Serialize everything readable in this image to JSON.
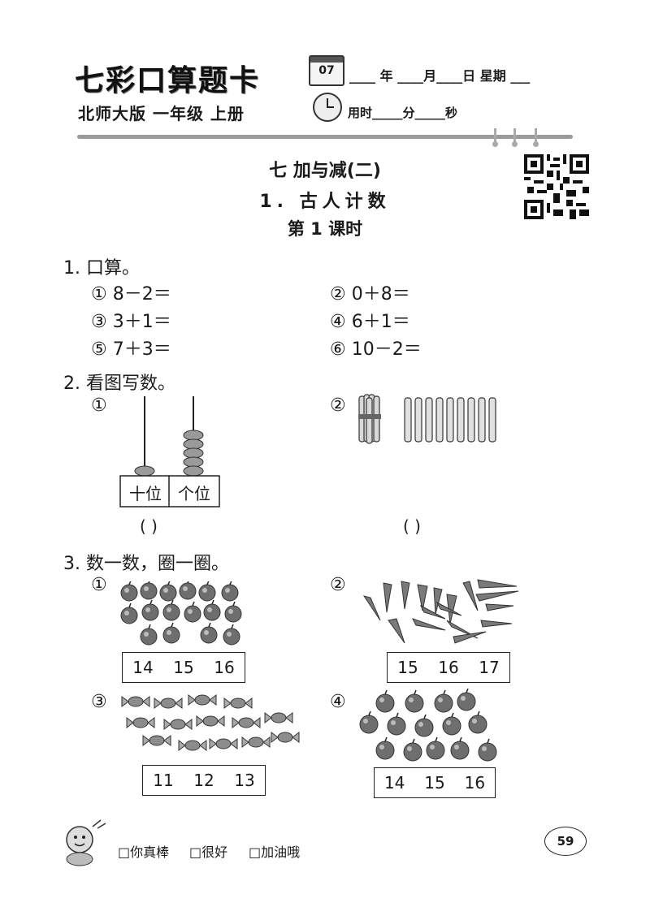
{
  "header": {
    "brand": "七彩口算题卡",
    "calendar_number": "07",
    "date_line": "____ 年 ____月____日  星期 ___",
    "edition": "北师大版   一年级   上册",
    "time_line": "用时_____分_____秒"
  },
  "unit_title": "七  加与减(二)",
  "lesson_title": "1. 古人计数",
  "period": "第 1 课时",
  "q1": {
    "title": "1. 口算。",
    "items": [
      "① 8－2＝",
      "② 0＋8＝",
      "③ 3＋1＝",
      "④ 6＋1＝",
      "⑤ 7＋3＝",
      "⑥ 10－2＝"
    ]
  },
  "q2": {
    "title": "2. 看图写数。",
    "labels": [
      "①",
      "②"
    ],
    "abacus_tens_label": "十位",
    "abacus_ones_label": "个位",
    "answer_blank": "(       )",
    "bundle_count": 1,
    "single_sticks": 9,
    "abacus_tens_beads": 1,
    "abacus_ones_beads": 5
  },
  "q3": {
    "title": "3. 数一数，圈一圈。",
    "labels": [
      "①",
      "②",
      "③",
      "④"
    ],
    "options": [
      [
        "14",
        "15",
        "16"
      ],
      [
        "15",
        "16",
        "17"
      ],
      [
        "11",
        "12",
        "13"
      ],
      [
        "14",
        "15",
        "16"
      ]
    ]
  },
  "footer": {
    "checks": [
      "□你真棒",
      "□很好",
      "□加油哦"
    ],
    "page_number": "59"
  }
}
